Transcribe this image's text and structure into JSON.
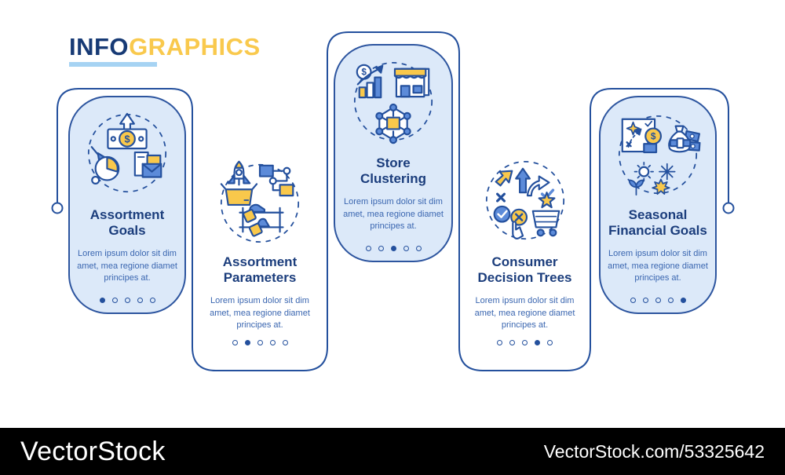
{
  "header": {
    "title_part1": "INFO",
    "title_part2": "GRAPHICS"
  },
  "glyphs": {
    "dollar": "$"
  },
  "colors": {
    "navy_stroke": "#24509d",
    "card_border": "#2d559f",
    "title_text": "#1b3d7c",
    "body_text": "#3a66b0",
    "card_fill": "#dce9f9",
    "accent_yellow": "#f9c84b",
    "mid_blue": "#5c8bd9",
    "header_info": "#173a75",
    "header_graphics": "#f9c94d",
    "header_underline": "#a6d3f3",
    "watermark_bg": "#000000",
    "watermark_text": "#ffffff"
  },
  "cards": [
    {
      "title_line1": "Assortment",
      "title_line2": "Goals",
      "body": "Lorem ipsum dolor sit dim amet, mea regione diamet principes at.",
      "icon": "assortment-goals-icon",
      "dots": 5,
      "active_dot": 0
    },
    {
      "title_line1": "Assortment",
      "title_line2": "Parameters",
      "body": "Lorem ipsum dolor sit dim amet, mea regione diamet principes at.",
      "icon": "assortment-parameters-icon",
      "dots": 5,
      "active_dot": 1
    },
    {
      "title_line1": "Store",
      "title_line2": "Clustering",
      "body": "Lorem ipsum dolor sit dim amet, mea regione diamet principes at.",
      "icon": "store-clustering-icon",
      "dots": 5,
      "active_dot": 2
    },
    {
      "title_line1": "Consumer",
      "title_line2": "Decision Trees",
      "body": "Lorem ipsum dolor sit dim amet, mea regione diamet principes at.",
      "icon": "consumer-decision-trees-icon",
      "dots": 5,
      "active_dot": 3
    },
    {
      "title_line1": "Seasonal",
      "title_line2": "Financial Goals",
      "body": "Lorem ipsum dolor sit dim amet, mea regione diamet principes at.",
      "icon": "seasonal-financial-goals-icon",
      "dots": 5,
      "active_dot": 4
    }
  ],
  "watermark": {
    "brand": "VectorStock",
    "reference": "VectorStock.com/53325642"
  }
}
